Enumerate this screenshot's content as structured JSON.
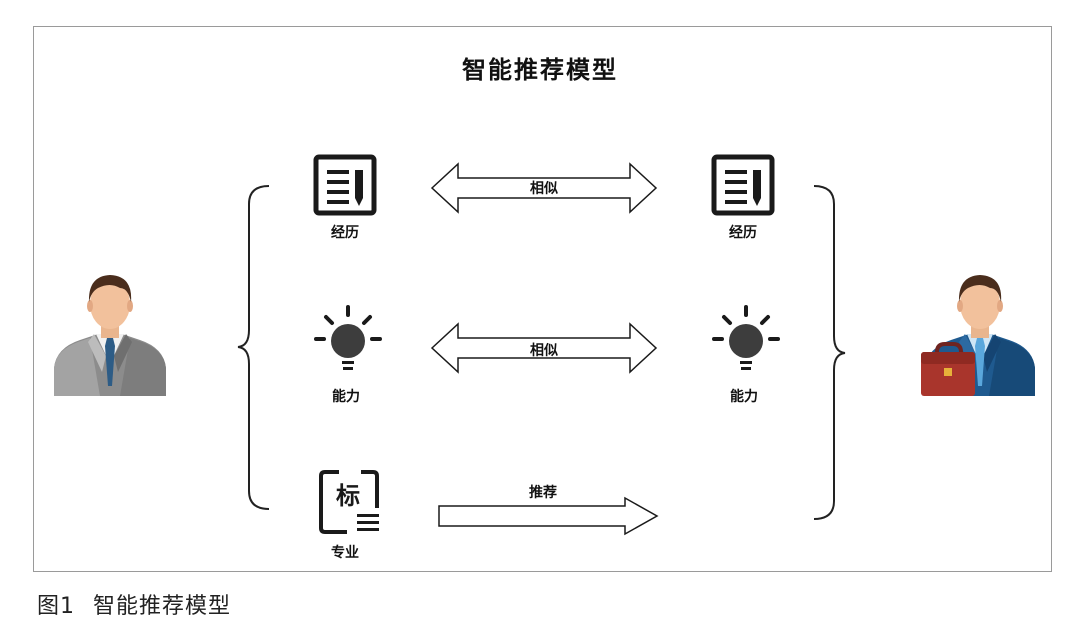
{
  "title": "智能推荐模型",
  "left_items": [
    {
      "icon": "resume-icon",
      "label": "经历"
    },
    {
      "icon": "lightbulb-icon",
      "label": "能力"
    },
    {
      "icon": "major-tag-icon",
      "label": "专业",
      "glyph": "标"
    }
  ],
  "right_items": [
    {
      "icon": "resume-icon",
      "label": "经历"
    },
    {
      "icon": "lightbulb-icon",
      "label": "能力"
    }
  ],
  "arrows": [
    {
      "label": "相似",
      "kind": "double"
    },
    {
      "label": "相似",
      "kind": "double"
    },
    {
      "label": "推荐",
      "kind": "single"
    }
  ],
  "left_person": {
    "icon": "job-seeker-icon"
  },
  "right_person": {
    "icon": "recruiter-icon"
  },
  "caption": {
    "number": "图1",
    "text": "智能推荐模型"
  }
}
